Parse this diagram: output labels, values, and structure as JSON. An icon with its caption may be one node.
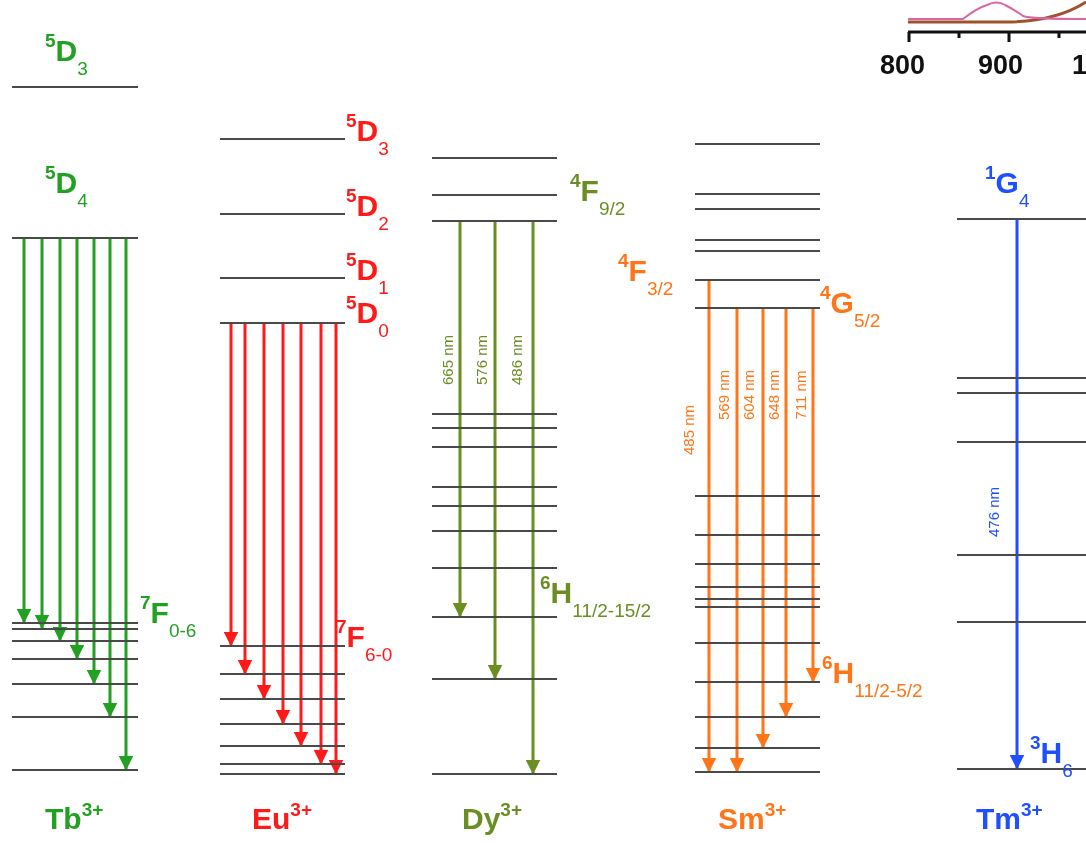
{
  "diagram": {
    "nodes": [
      {
        "text": [
          "$^{5}$D$_{3}$"
        ]
      },
      {
        "text": [
          "$^{5}$D$_{4}$"
        ]
      },
      {
        "text": [
          "$^{7}$F$_{0-6}$"
        ]
      },
      {
        "text": [],
        "shape": "bar"
      },
      {
        "text": [],
        "shape": "bar"
      },
      {
        "text": [],
        "shape": "bar"
      },
      {
        "text": [],
        "shape": "bar"
      },
      {
        "text": [],
        "shape": "bar"
      },
      {
        "text": [],
        "shape": "bar"
      },
      {
        "text": [
          "$^{5}$D$_{3}$"
        ]
      },
      {
        "text": [
          "$^{5}$D$_{2}$"
        ]
      },
      {
        "text": [
          "$^{5}$D$_{1}$"
        ]
      },
      {
        "text": [
          "$^{5}$D$_{0}$"
        ]
      },
      {
        "text": [
          "$^{7}$F$_{6-0}$"
        ]
      },
      {
        "text": [],
        "shape": "bar"
      },
      {
        "text": [],
        "shape": "bar"
      },
      {
        "text": [],
        "shape": "bar"
      },
      {
        "text": [],
        "shape": "bar"
      },
      {
        "text": [],
        "shape": "bar"
      },
      {
        "text": [],
        "shape": "bar"
      },
      {
        "text": [],
        "shape": "bar"
      },
      {
        "text": [],
        "shape": "bar"
      },
      {
        "text": [
          "$^{4}$F$_{9/2}$"
        ]
      },
      {
        "text": [],
        "shape": "bar"
      },
      {
        "text": [],
        "shape": "bar"
      },
      {
        "text": [],
        "shape": "bar"
      },
      {
        "text": [],
        "shape": "bar"
      },
      {
        "text": [],
        "shape": "bar"
      },
      {
        "text": [],
        "shape": "bar"
      },
      {
        "text": [],
        "shape": "bar"
      },
      {
        "text": [
          "$^{6}$H$_{11/2-15/2}$"
        ]
      },
      {
        "text": [],
        "shape": "bar"
      },
      {
        "text": [],
        "shape": "bar"
      },
      {
        "text": [],
        "shape": "bar"
      },
      {
        "text": [],
        "shape": "bar"
      },
      {
        "text": [],
        "shape": "bar"
      },
      {
        "text": [],
        "shape": "bar"
      },
      {
        "text": [],
        "shape": "bar"
      },
      {
        "text": [
          "$^{4}$F$_{3/2}$"
        ]
      },
      {
        "text": [
          "$^{4}$G$_{5/2}$"
        ]
      },
      {
        "text": [],
        "shape": "bar"
      },
      {
        "text": [],
        "shape": "bar"
      },
      {
        "text": [],
        "shape": "bar"
      },
      {
        "text": [],
        "shape": "bar"
      },
      {
        "text": [],
        "shape": "bar"
      },
      {
        "text": [],
        "shape": "bar"
      },
      {
        "text": [],
        "shape": "bar"
      },
      {
        "text": [
          "$^{6}$H$_{11/2-5/2}$"
        ]
      },
      {
        "text": [],
        "shape": "bar"
      },
      {
        "text": [],
        "shape": "bar"
      },
      {
        "text": [],
        "shape": "bar"
      },
      {
        "text": [
          "$^{1}$G$_{4}$"
        ]
      },
      {
        "text": [],
        "shape": "bar"
      },
      {
        "text": [],
        "shape": "bar"
      },
      {
        "text": [],
        "shape": "bar"
      },
      {
        "text": [],
        "shape": "bar"
      },
      {
        "text": [],
        "shape": "bar"
      },
      {
        "text": [
          "$^{3}$H$_{6}$"
        ]
      }
    ],
    "edges": [
      {
        "from": 1,
        "to": 2,
        "arrow": "to",
        "color": "#22a022"
      },
      {
        "from": 1,
        "to": 3,
        "arrow": "to",
        "color": "#22a022"
      },
      {
        "from": 1,
        "to": 4,
        "arrow": "to",
        "color": "#22a022"
      },
      {
        "from": 1,
        "to": 5,
        "arrow": "to",
        "color": "#22a022"
      },
      {
        "from": 1,
        "to": 6,
        "arrow": "to",
        "color": "#22a022"
      },
      {
        "from": 1,
        "to": 7,
        "arrow": "to",
        "color": "#22a022"
      },
      {
        "from": 1,
        "to": 8,
        "arrow": "to",
        "color": "#22a022"
      },
      {
        "from": 12,
        "to": 13,
        "arrow": "to",
        "color": "#ff1a1a"
      },
      {
        "from": 12,
        "to": 14,
        "arrow": "to",
        "color": "#ff1a1a"
      },
      {
        "from": 12,
        "to": 15,
        "arrow": "to",
        "color": "#ff1a1a"
      },
      {
        "from": 12,
        "to": 16,
        "arrow": "to",
        "color": "#ff1a1a"
      },
      {
        "from": 12,
        "to": 17,
        "arrow": "to",
        "color": "#ff1a1a"
      },
      {
        "from": 12,
        "to": 18,
        "arrow": "to",
        "color": "#ff1a1a"
      },
      {
        "from": 12,
        "to": 19,
        "arrow": "to",
        "color": "#ff1a1a"
      },
      {
        "from": 22,
        "to": 30,
        "arrow": "to",
        "label": "665 nm",
        "color": "#6b8e23"
      },
      {
        "from": 22,
        "to": 31,
        "arrow": "to",
        "label": "576 nm",
        "color": "#6b8e23"
      },
      {
        "from": 22,
        "to": 32,
        "arrow": "to",
        "label": "486 nm",
        "color": "#6b8e23"
      },
      {
        "from": 38,
        "to": 50,
        "arrow": "to",
        "label": "485 nm",
        "color": "#ff7518"
      },
      {
        "from": 39,
        "to": 50,
        "arrow": "to",
        "label": "569 nm",
        "color": "#ff7518"
      },
      {
        "from": 39,
        "to": 49,
        "arrow": "to",
        "label": "604 nm",
        "color": "#ff7518"
      },
      {
        "from": 39,
        "to": 48,
        "arrow": "to",
        "label": "648 nm",
        "color": "#ff7518"
      },
      {
        "from": 39,
        "to": 47,
        "arrow": "to",
        "label": "711 nm",
        "color": "#ff7518"
      },
      {
        "from": 51,
        "to": 57,
        "arrow": "to",
        "label": "476 nm",
        "color": "#1f4fff"
      }
    ],
    "labels": [
      "800",
      "900",
      "1",
      "Tb$^{3+}$",
      "Eu$^{3+}$",
      "Dy$^{3+}$",
      "Sm$^{3+}$",
      "Tm$^{3+}$"
    ]
  }
}
